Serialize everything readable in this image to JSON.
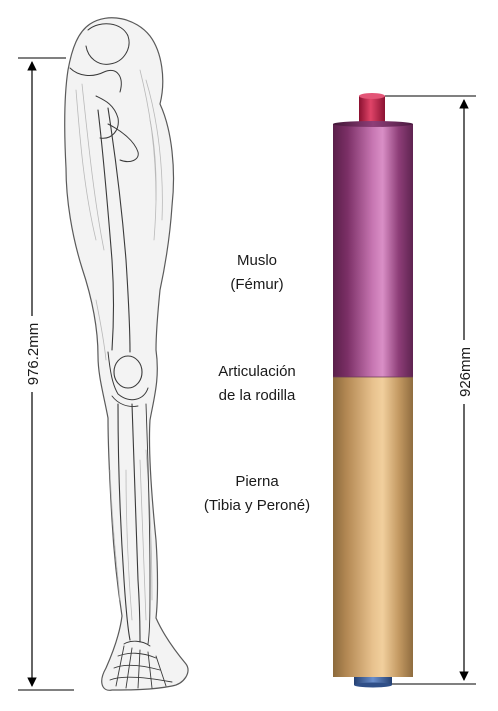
{
  "left_dimension": {
    "label": "976.2mm"
  },
  "right_dimension": {
    "label": "926mm"
  },
  "segments": [
    {
      "line1": "Muslo",
      "line2": "(Fémur)"
    },
    {
      "line1": "Articulación",
      "line2": "de la rodilla"
    },
    {
      "line1": "Pierna",
      "line2": "(Tibia y Peroné)"
    }
  ],
  "colors": {
    "thigh": "#8e3e78",
    "lower_leg": "#c9a06b",
    "top_cap": "#c0244a",
    "bottom_cap": "#3b63a8",
    "dimension_lines": "#000000"
  }
}
